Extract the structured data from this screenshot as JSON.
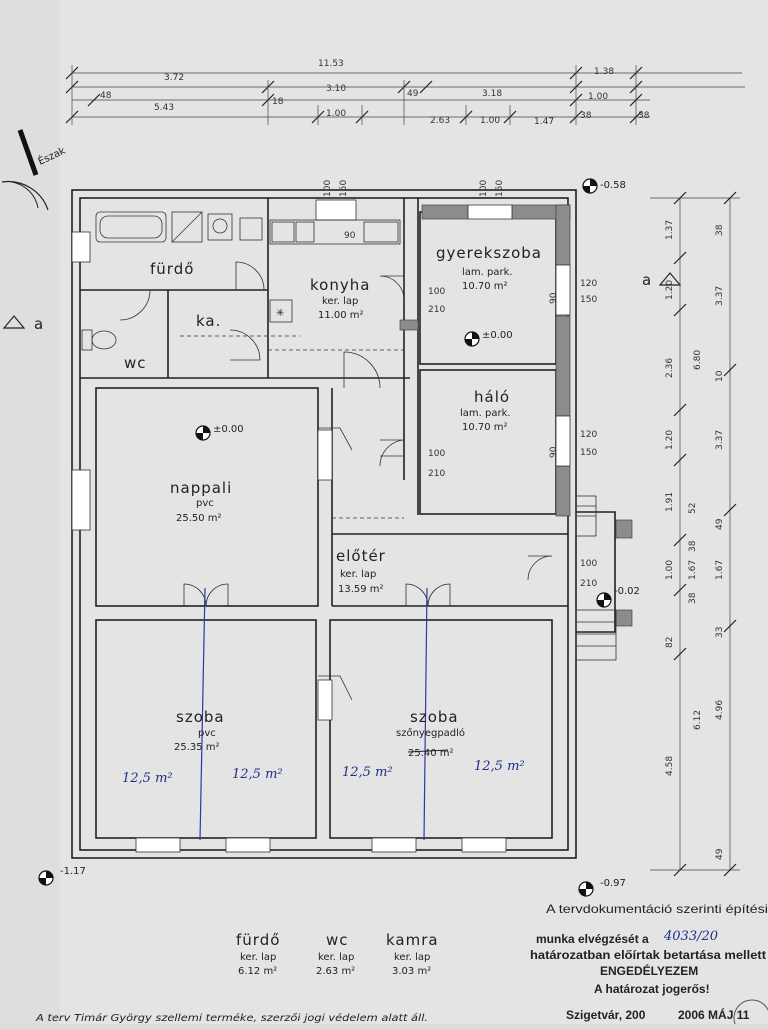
{
  "north_label": "Észak",
  "section_mark": "a",
  "dimensions": {
    "top_row1": [
      "11.53",
      "1.38"
    ],
    "top_row2": [
      "3.72",
      "3.10",
      "49",
      "3.18",
      "1.00"
    ],
    "top_row3": [
      "48",
      "18",
      "38",
      "38"
    ],
    "top_row4": [
      "5.43",
      "1.00",
      "2.63",
      "1.00",
      "1.47"
    ],
    "window_top": [
      "100",
      "150",
      "100",
      "150"
    ],
    "right_outer": [
      "6.80",
      "6.12"
    ],
    "right_mid": [
      "1.37",
      "1.20",
      "2.36",
      "1.20",
      "1.91",
      "1.00",
      "82",
      "4.58"
    ],
    "right_inner": [
      "38",
      "3.37",
      "10",
      "3.37",
      "52",
      "49",
      "38",
      "1.67",
      "38",
      "33",
      "4.96",
      "49"
    ],
    "door_window": [
      "90",
      "100",
      "210",
      "120",
      "150",
      "90",
      "100",
      "210",
      "120",
      "150",
      "90",
      "100",
      "210"
    ]
  },
  "levels": [
    "-0.58",
    "±0.00",
    "±0.00",
    "-0.02",
    "-1.17",
    "-0.97"
  ],
  "rooms": {
    "furdo": {
      "name": "fürdő"
    },
    "konyha": {
      "name": "konyha",
      "material": "ker. lap",
      "area": "11.00 m²"
    },
    "gyerekszoba": {
      "name": "gyerekszoba",
      "material": "lam. park.",
      "area": "10.70 m²"
    },
    "ka": {
      "name": "ka."
    },
    "wc": {
      "name": "wc"
    },
    "halo": {
      "name": "háló",
      "material": "lam. park.",
      "area": "10.70 m²"
    },
    "nappali": {
      "name": "nappali",
      "material": "pvc",
      "area": "25.50 m²"
    },
    "eloter": {
      "name": "előtér",
      "material": "ker. lap",
      "area": "13.59 m²"
    },
    "szoba1": {
      "name": "szoba",
      "material": "pvc",
      "area": "25.35 m²"
    },
    "szoba2": {
      "name": "szoba",
      "material": "szőnyegpadló",
      "area": "25.40 m²"
    }
  },
  "handwritten": [
    "12,5 m²",
    "12,5 m²",
    "12,5 m²",
    "12,5 m²"
  ],
  "legend": [
    {
      "name": "fürdő",
      "material": "ker. lap",
      "area": "6.12 m²"
    },
    {
      "name": "wc",
      "material": "ker. lap",
      "area": "2.63 m²"
    },
    {
      "name": "kamra",
      "material": "ker. lap",
      "area": "3.03 m²"
    }
  ],
  "stamp": {
    "line1": "A tervdokumentáció szerinti építési",
    "line2": "munka elvégzését a",
    "handnum": "4033/20",
    "line3": "határozatban előírtak betartása mellett",
    "line4": "ENGEDÉLYEZEM",
    "line5": "A határozat jogerős!",
    "city": "Szigetvár, 200",
    "date": "2006 MÁJ 11"
  },
  "footer": "A terv Timár György szellemi terméke, szerzői jogi védelem alatt áll."
}
